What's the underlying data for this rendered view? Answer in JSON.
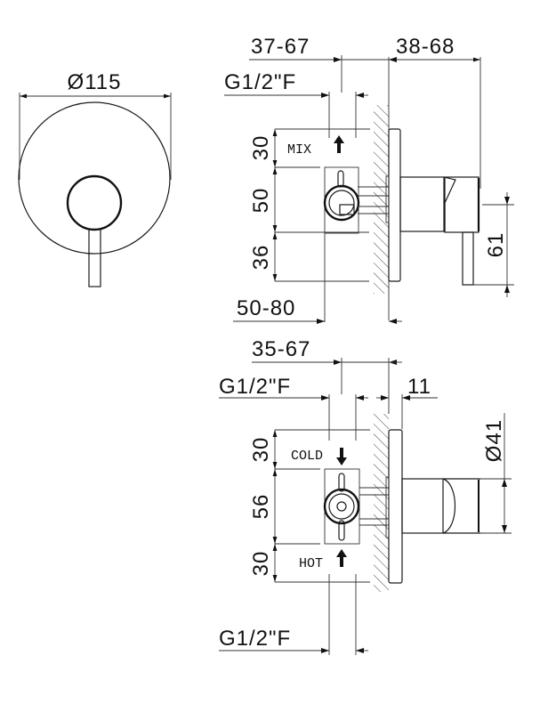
{
  "drawing": {
    "front_view": {
      "diameter_label": "Ø115"
    },
    "mixer_side_view": {
      "top_left_dim": "37-67",
      "top_right_dim": "38-68",
      "connection_label": "G1/2\"F",
      "vertical_dims": [
        "30",
        "50",
        "36"
      ],
      "flow_label": "MIX",
      "flow_direction": "up",
      "bottom_dim": "50-80",
      "lever_height_dim": "61"
    },
    "diverter_side_view": {
      "top_dim": "35-67",
      "connection_label_top": "G1/2\"F",
      "plate_thickness_dim": "11",
      "knob_diameter_dim": "Ø41",
      "vertical_dims": [
        "30",
        "56",
        "30"
      ],
      "inlet_top_label": "COLD",
      "inlet_top_direction": "down",
      "inlet_bottom_label": "HOT",
      "inlet_bottom_direction": "up",
      "connection_label_bottom": "G1/2\"F"
    }
  }
}
